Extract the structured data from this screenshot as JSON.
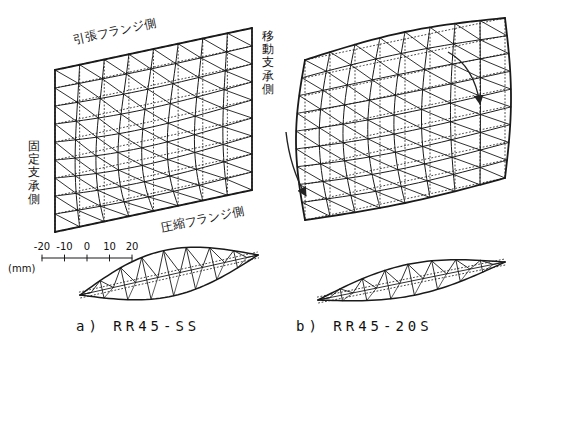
{
  "diagram": {
    "labels": [
      "引張フランジ側",
      "移動支承側",
      "固定支承側",
      "圧縮フランジ側",
      "-20",
      "-10",
      "0",
      "10",
      "20",
      "(mm)",
      "a) RR45-SS",
      "b) RR45-20S"
    ]
  }
}
